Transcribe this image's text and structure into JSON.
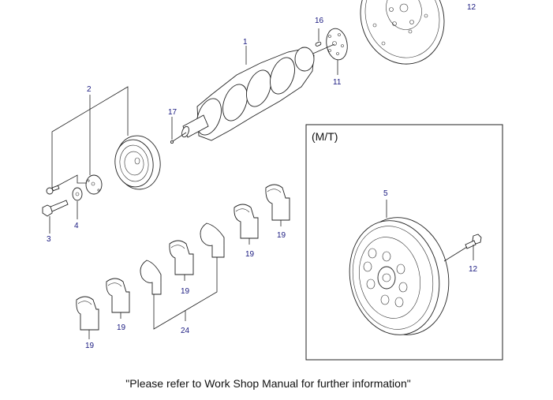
{
  "diagram": {
    "title": "Crankshaft & Flywheel Parts Diagram",
    "inset_title": "(M/T)",
    "callouts": {
      "c1": "1",
      "c2": "2",
      "c3": "3",
      "c4": "4",
      "c5": "5",
      "c11": "11",
      "c12_top": "12",
      "c12_inset": "12",
      "c16": "16",
      "c17": "17",
      "c19_a": "19",
      "c19_b": "19",
      "c19_c": "19",
      "c19_d": "19",
      "c19_e": "19",
      "c24": "24"
    },
    "parts": [
      {
        "ref": "1",
        "name": "crankshaft"
      },
      {
        "ref": "2",
        "name": "crankshaft pulley"
      },
      {
        "ref": "3",
        "name": "pulley bolt"
      },
      {
        "ref": "4",
        "name": "washer"
      },
      {
        "ref": "5",
        "name": "flywheel (M/T)"
      },
      {
        "ref": "11",
        "name": "drive plate adapter"
      },
      {
        "ref": "12",
        "name": "flywheel bolt"
      },
      {
        "ref": "16",
        "name": "pin"
      },
      {
        "ref": "17",
        "name": "key"
      },
      {
        "ref": "19",
        "name": "main bearing"
      },
      {
        "ref": "24",
        "name": "thrust washer"
      }
    ]
  },
  "footer": {
    "note": "\"Please refer to Work Shop Manual for further information\""
  }
}
